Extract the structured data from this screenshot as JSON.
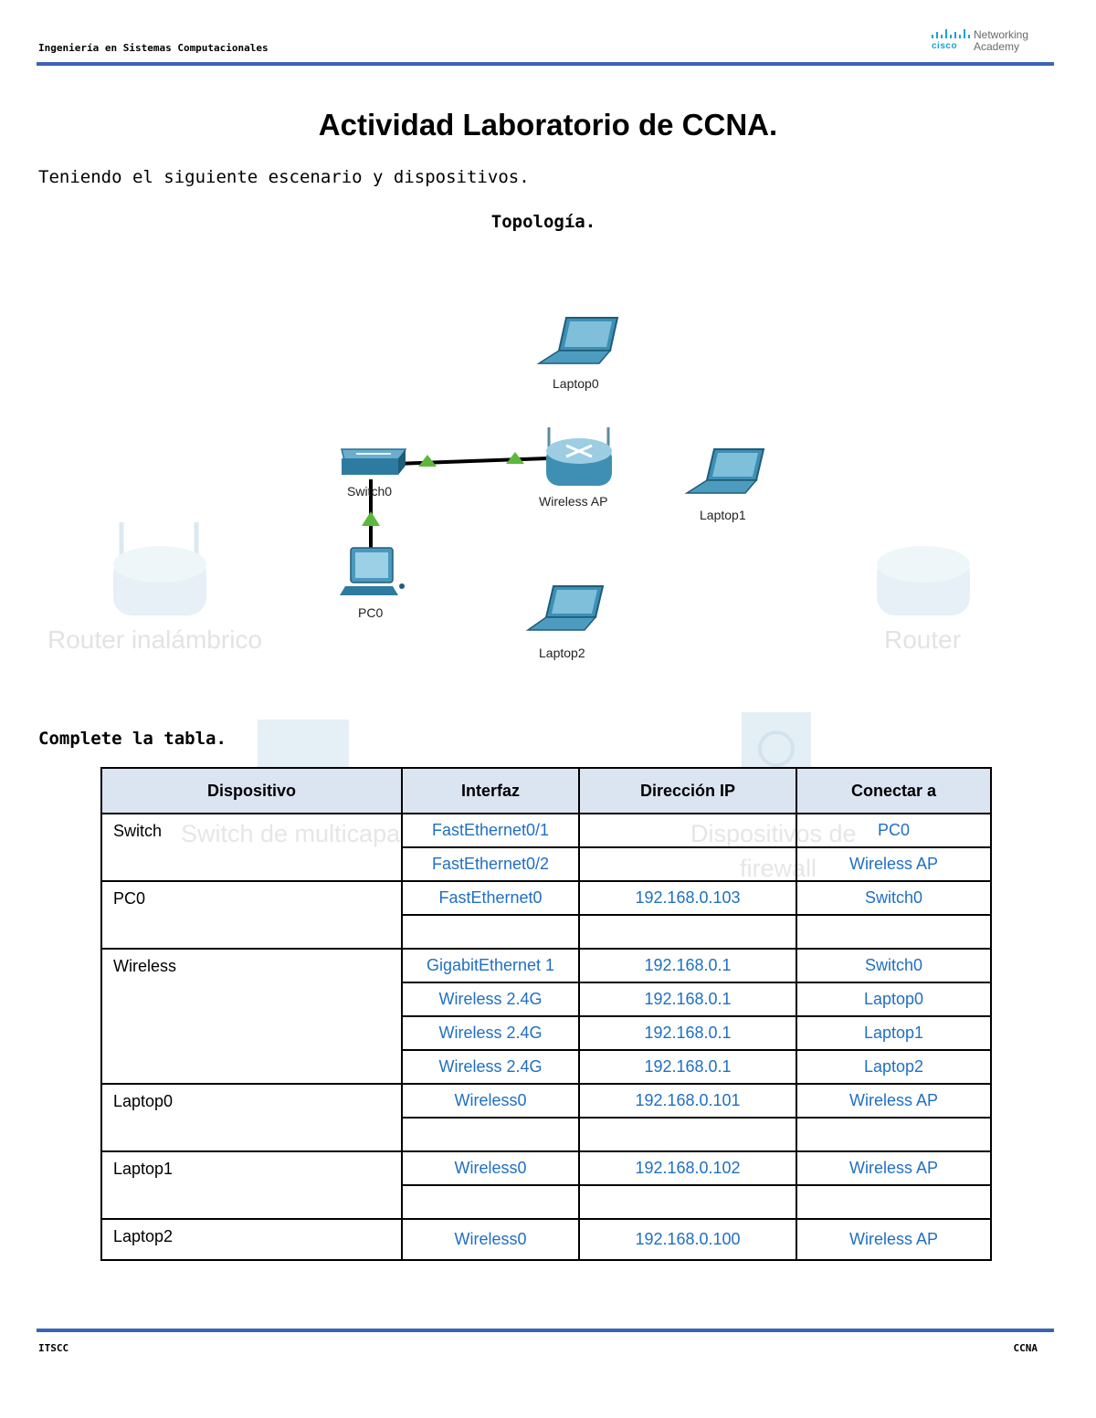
{
  "header": {
    "text": "Ingeniería en Sistemas Computacionales",
    "logo": {
      "brand": "cisco",
      "line1": "Networking",
      "line2": "Academy"
    }
  },
  "title": "Actividad Laboratorio de CCNA.",
  "intro": "Teniendo el siguiente escenario y dispositivos.",
  "topology_heading": "Topología.",
  "topology": {
    "devices": {
      "laptop0": "Laptop0",
      "laptop1": "Laptop1",
      "laptop2": "Laptop2",
      "switch0": "Switch0",
      "wireless_ap": "Wireless AP",
      "pc0": "PC0"
    },
    "background_labels": {
      "wireless_router": "Router inalámbrico",
      "router": "Router",
      "multicast_switch": "Switch de multicapa",
      "firewall_1": "Dispositivos de",
      "firewall_2": "firewall"
    },
    "link_color": "#000000",
    "link_status_color": "#5cb83a"
  },
  "complete_label": "Complete la tabla.",
  "table": {
    "headers": [
      "Dispositivo",
      "Interfaz",
      "Dirección IP",
      "Conectar a"
    ],
    "rows": [
      {
        "device": "Switch",
        "interface": "FastEthernet0/1",
        "ip": "",
        "connect": "PC0"
      },
      {
        "device": "",
        "interface": "FastEthernet0/2",
        "ip": "",
        "connect": "Wireless AP"
      },
      {
        "device": "PC0",
        "interface": "FastEthernet0",
        "ip": "192.168.0.103",
        "connect": "Switch0"
      },
      {
        "device": "",
        "interface": "",
        "ip": "",
        "connect": ""
      },
      {
        "device": "Wireless",
        "interface": "GigabitEthernet 1",
        "ip": "192.168.0.1",
        "connect": "Switch0"
      },
      {
        "device": "",
        "interface": "Wireless 2.4G",
        "ip": "192.168.0.1",
        "connect": "Laptop0"
      },
      {
        "device": "",
        "interface": "Wireless 2.4G",
        "ip": "192.168.0.1",
        "connect": "Laptop1"
      },
      {
        "device": "",
        "interface": "Wireless 2.4G",
        "ip": "192.168.0.1",
        "connect": "Laptop2"
      },
      {
        "device": "Laptop0",
        "interface": "Wireless0",
        "ip": "192.168.0.101",
        "connect": "Wireless AP"
      },
      {
        "device": "",
        "interface": "",
        "ip": "",
        "connect": ""
      },
      {
        "device": "Laptop1",
        "interface": "Wireless0",
        "ip": "192.168.0.102",
        "connect": "Wireless AP"
      },
      {
        "device": "",
        "interface": "",
        "ip": "",
        "connect": ""
      },
      {
        "device": "Laptop2",
        "interface": "Wireless0",
        "ip": "192.168.0.100",
        "connect": "Wireless AP"
      }
    ],
    "header_bg": "#dbe5f1",
    "value_color": "#1f6fc4"
  },
  "footer": {
    "left": "ITSCC",
    "right": "CCNA"
  },
  "accent_color": "#3a63b8"
}
